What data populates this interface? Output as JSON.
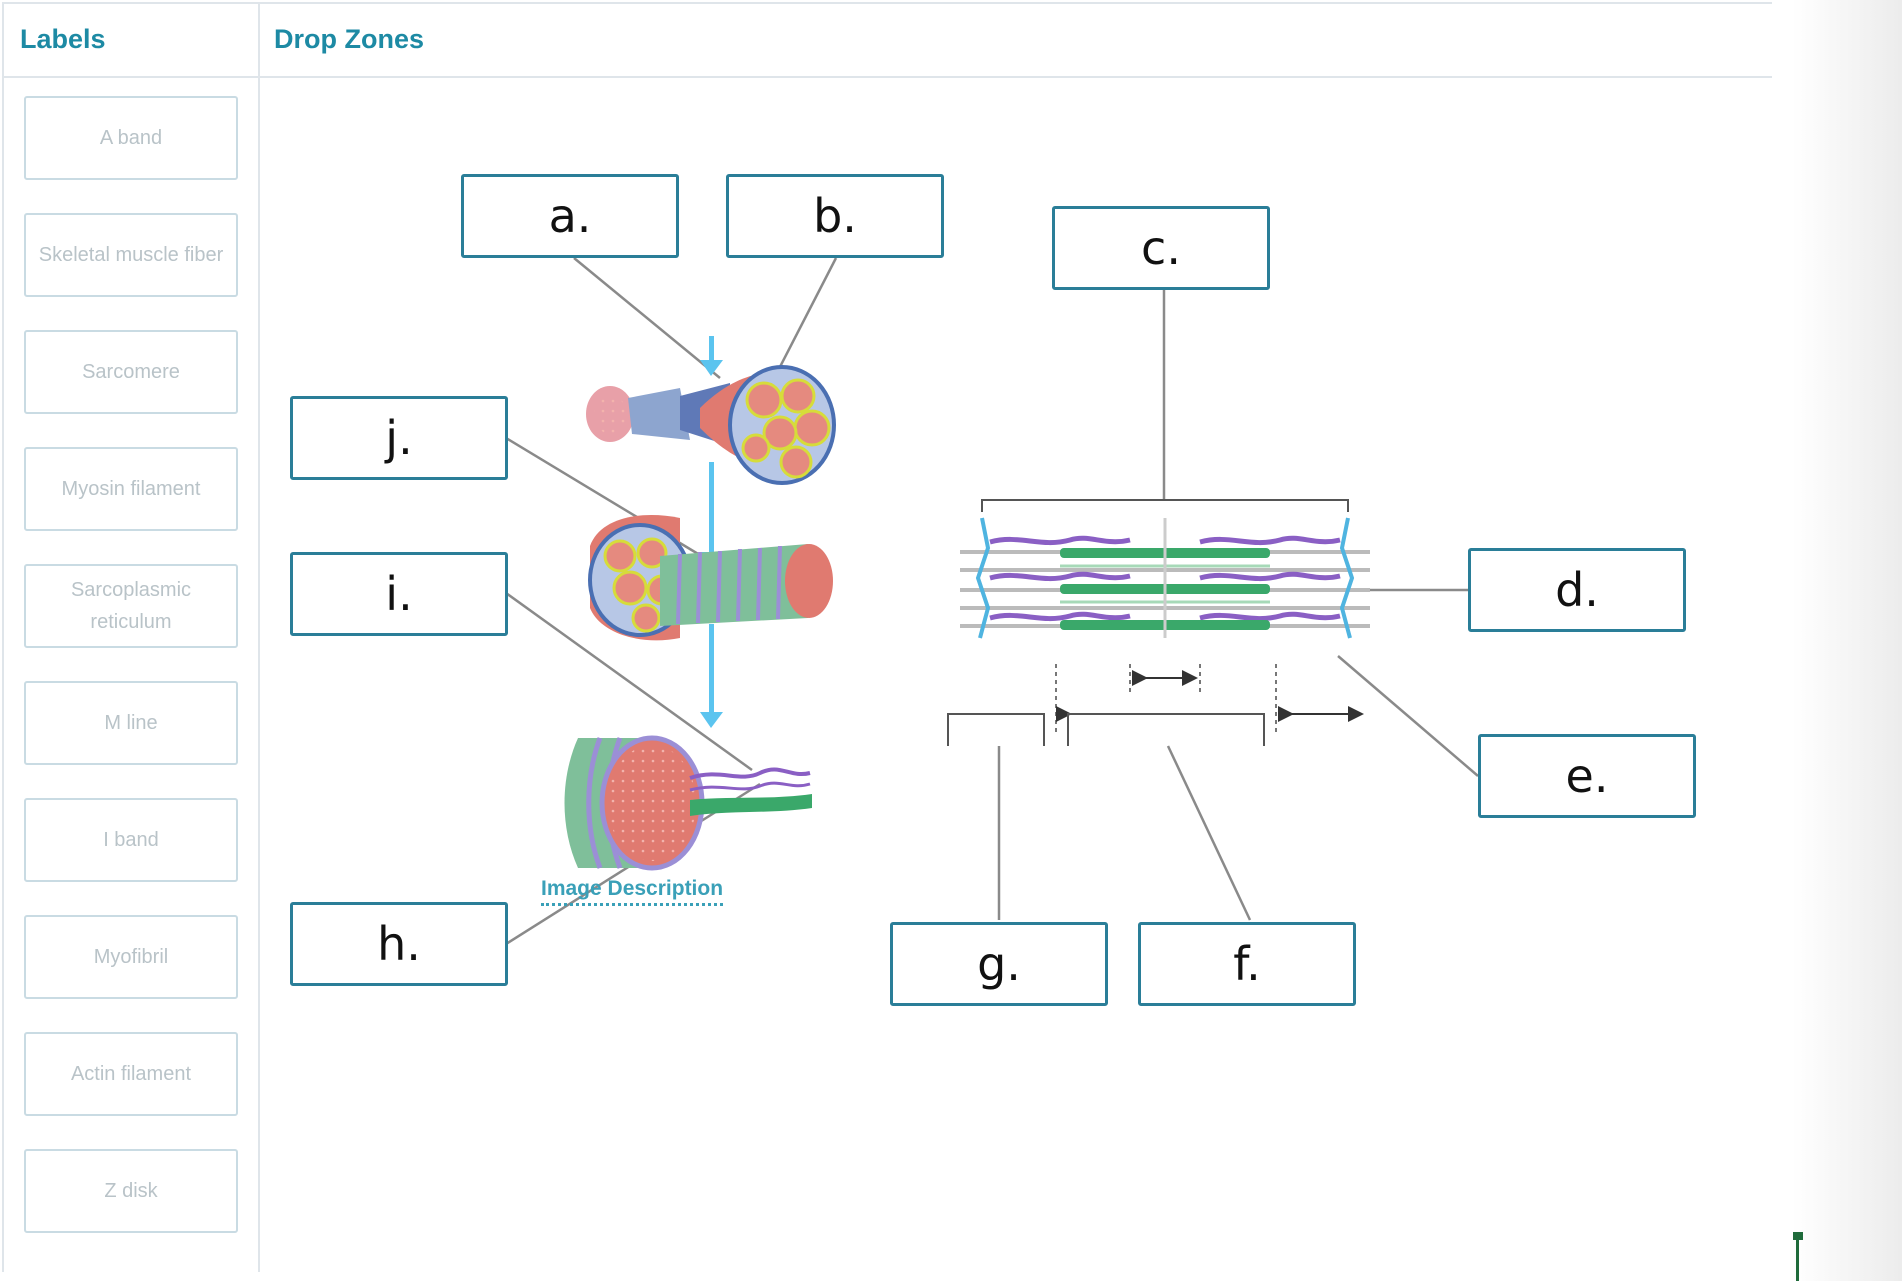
{
  "header": {
    "labels_title": "Labels",
    "dropzones_title": "Drop Zones"
  },
  "labels": [
    "A band",
    "Skeletal muscle fiber",
    "Sarcomere",
    "Myosin filament",
    "Sarcoplasmic reticulum",
    "M line",
    "I band",
    "Myofibril",
    "Actin filament",
    "Z disk"
  ],
  "drop_zones": {
    "a": "a.",
    "b": "b.",
    "c": "c.",
    "d": "d.",
    "e": "e.",
    "f": "f.",
    "g": "g.",
    "h": "h.",
    "i": "i.",
    "j": "j."
  },
  "image_description_link": "Image Description",
  "colors": {
    "accent": "#1d8aa4",
    "zone_border": "#2a7e98",
    "label_border": "#c9dbe3",
    "arrow": "#5bc4ef",
    "muscle_red": "#e07a70",
    "myosin_green": "#3aa86a",
    "actin_purple": "#8a5fc4"
  }
}
